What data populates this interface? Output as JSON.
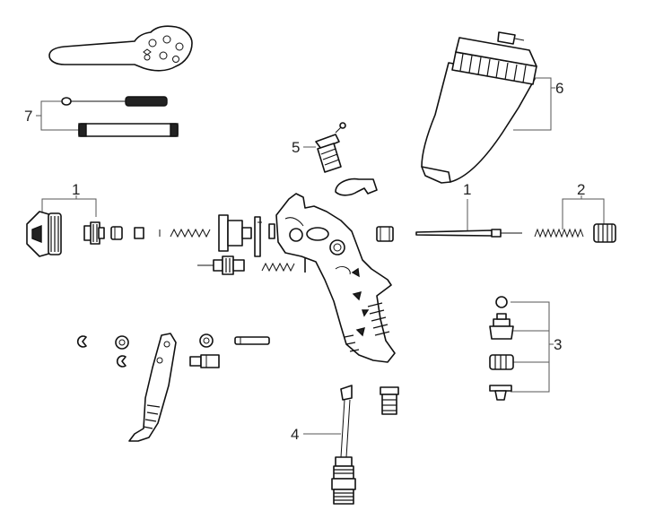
{
  "diagram": {
    "callouts": {
      "c1_left": "1",
      "c1_right": "1",
      "c2": "2",
      "c3": "3",
      "c4": "4",
      "c5": "5",
      "c6": "6",
      "c7": "7"
    }
  }
}
